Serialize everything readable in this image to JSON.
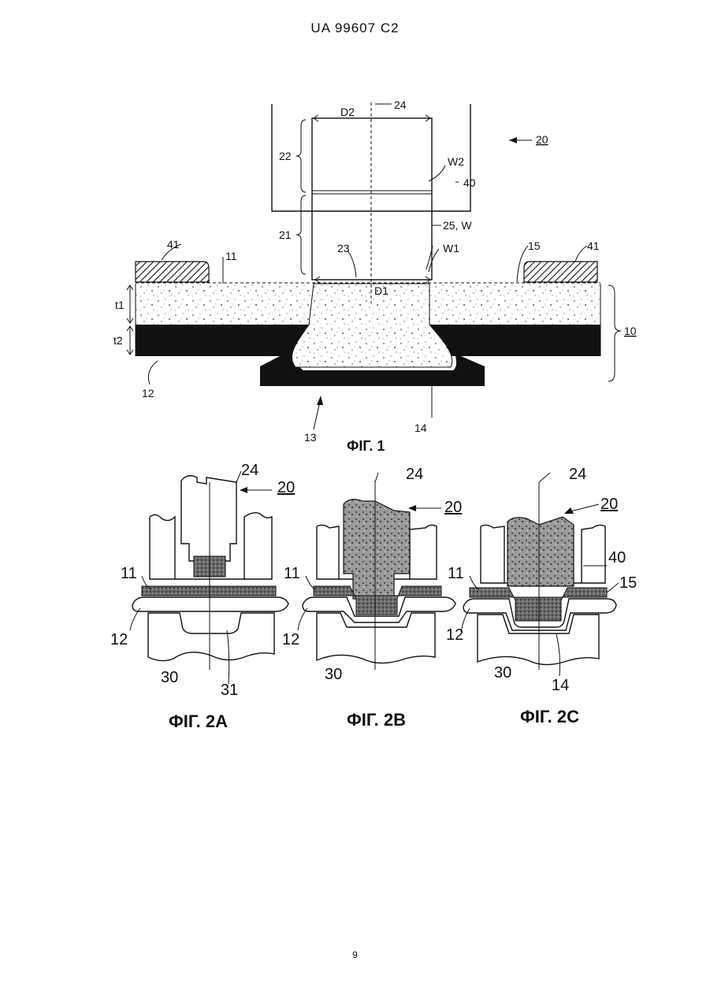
{
  "header": {
    "text": "UA   99607   C2"
  },
  "page": {
    "number": "9"
  },
  "fig1": {
    "caption": "ФІГ. 1",
    "labels": {
      "d2": "D2",
      "l24": "24",
      "l20": "20",
      "l22": "22",
      "w2": "W2",
      "l40": "40",
      "l21": "21",
      "l25w": "25, W",
      "l41a": "41",
      "l11": "11",
      "l23": "23",
      "w1": "W1",
      "l15": "15",
      "l41b": "41",
      "d1": "D1",
      "t1": "t1",
      "t2": "t2",
      "l10": "10",
      "l12": "12",
      "l13": "13",
      "l14": "14"
    }
  },
  "fig2a": {
    "caption": "ФІГ. 2А",
    "labels": {
      "l24": "24",
      "l20": "20",
      "l11": "11",
      "l12": "12",
      "l30": "30",
      "l31": "31"
    }
  },
  "fig2b": {
    "caption": "ФІГ. 2В",
    "labels": {
      "l24": "24",
      "l20": "20",
      "l11": "11",
      "l12": "12",
      "l30": "30"
    }
  },
  "fig2c": {
    "caption": "ФІГ. 2С",
    "labels": {
      "l24": "24",
      "l20": "20",
      "l40": "40",
      "l11": "11",
      "l15": "15",
      "l12": "12",
      "l30": "30",
      "l14": "14"
    }
  }
}
